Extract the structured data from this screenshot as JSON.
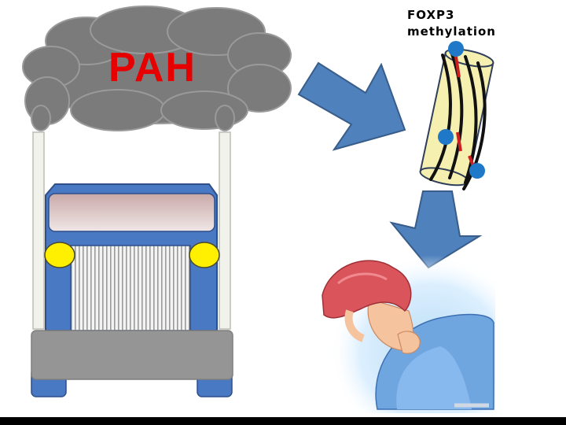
{
  "labels": {
    "pollutant": "PAH",
    "gene_line1": "FOXP3",
    "gene_line2": "methylation"
  },
  "colors": {
    "background": "#ffffff",
    "smoke": "#7b7b7b",
    "pollutant_text": "#e60000",
    "truck_body": "#4a79c4",
    "truck_outline": "#2e4f8a",
    "headlight": "#ffef00",
    "exhaust_pipe": "#f2f2ec",
    "bumper": "#959595",
    "arrow": "#4f81bd",
    "arrow_outline": "#385d8a",
    "dna_cylinder": "#f5f0b0",
    "methyl_group": "#1f78c8",
    "bottom_bar": "#000000"
  },
  "icons": {
    "smoke": "smoke-cloud-icon",
    "truck": "truck-icon",
    "dna": "dna-strand-icon",
    "person": "sick-person-icon"
  }
}
